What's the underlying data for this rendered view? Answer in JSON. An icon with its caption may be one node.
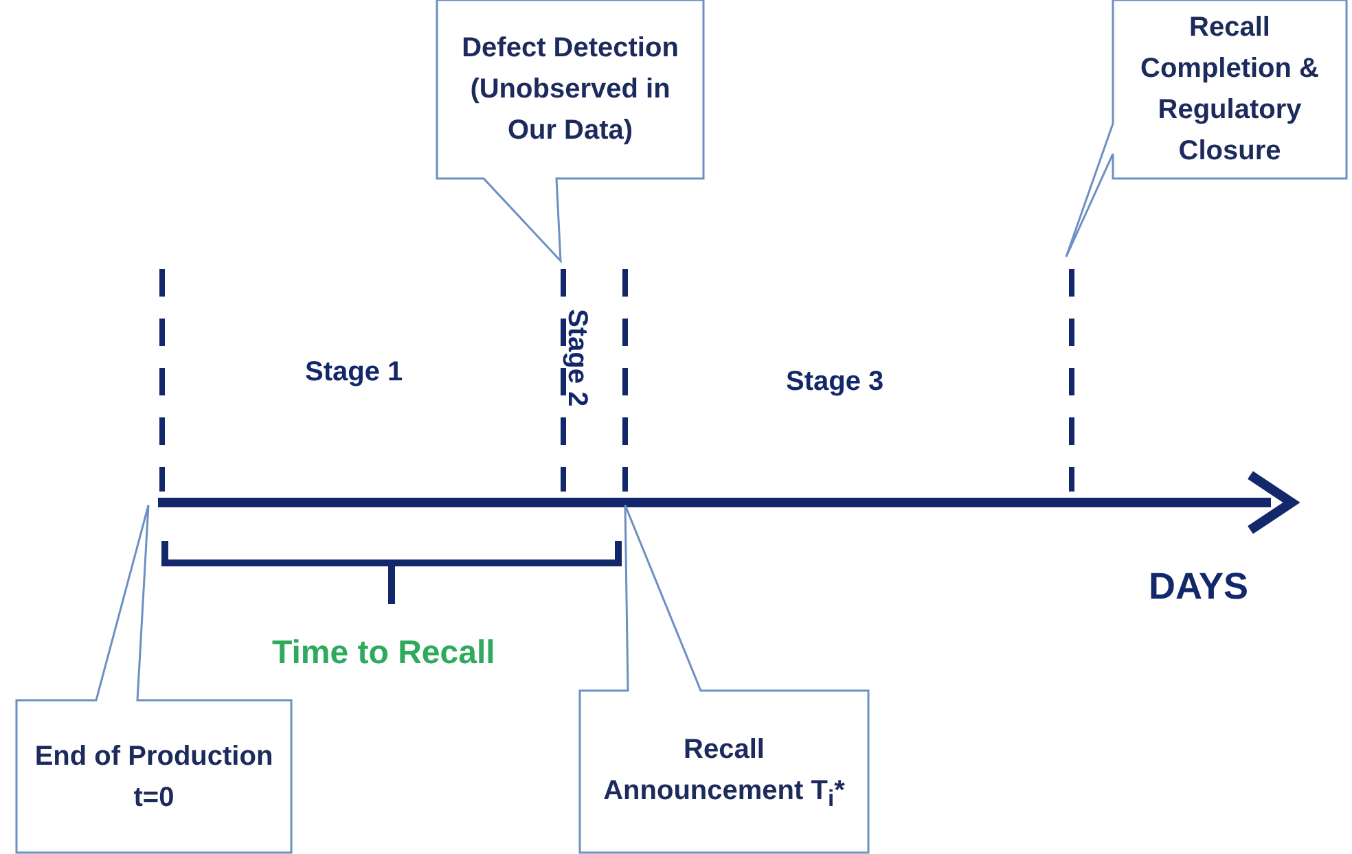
{
  "diagram": {
    "nodes": [
      {
        "text": [
          "Defect Detection (Unobserved in Our Data)"
        ]
      },
      {
        "text": [
          "Recall Completion & Regulatory Closure"
        ]
      },
      {
        "text": [
          "End of Production t=0"
        ]
      },
      {
        "text": [
          "Recall Announcement T$_{i}$*"
        ]
      }
    ],
    "labels": [
      "Stage 1",
      "Stage 2",
      "Stage 3",
      "DAYS",
      "Time to Recall"
    ]
  }
}
